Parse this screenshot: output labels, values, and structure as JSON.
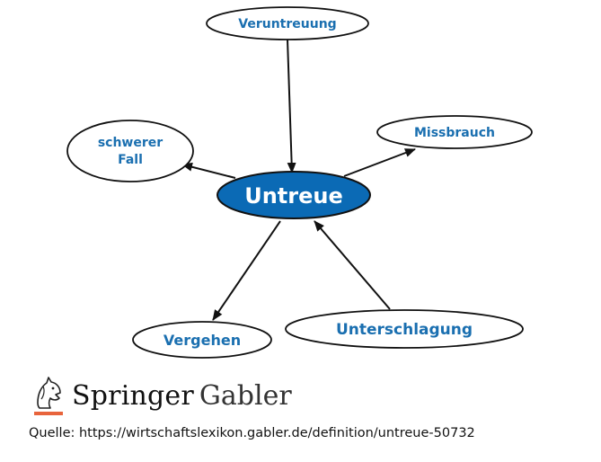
{
  "diagram": {
    "center": "Untreue",
    "nodes": {
      "veruntreuung": "Veruntreuung",
      "schwerer_fall_line1": "schwerer",
      "schwerer_fall_line2": "Fall",
      "missbrauch": "Missbrauch",
      "vergehen": "Vergehen",
      "unterschlagung": "Unterschlagung"
    },
    "colors": {
      "center_fill": "#0b6ab5",
      "label_blue": "#1a6fb0",
      "stroke": "#111111"
    }
  },
  "brand": {
    "name_part1": "Springer",
    "name_part2": "Gabler",
    "icon": "knight-chess-icon"
  },
  "source": {
    "text": "Quelle: https://wirtschaftslexikon.gabler.de/definition/untreue-50732"
  }
}
